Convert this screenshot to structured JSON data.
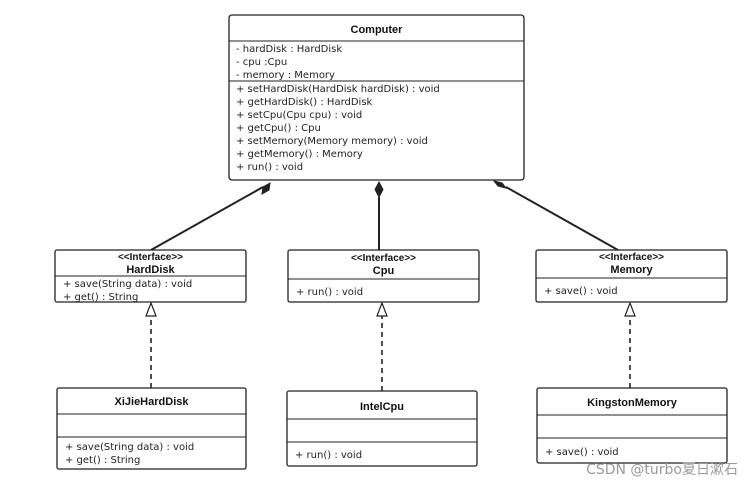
{
  "classes": {
    "computer": {
      "name": "Computer",
      "attributes": [
        "- hardDisk : HardDisk",
        "- cpu :Cpu",
        "- memory : Memory"
      ],
      "methods": [
        "+ setHardDisk(HardDisk hardDisk) : void",
        "+ getHardDisk() : HardDisk",
        "+ setCpu(Cpu cpu) : void",
        "+ getCpu() : Cpu",
        "+ setMemory(Memory memory) : void",
        "+ getMemory() : Memory",
        "+ run() : void"
      ]
    },
    "harddisk": {
      "stereotype": "<<Interface>>",
      "name": "HardDisk",
      "methods": [
        "+ save(String data) : void",
        "+ get() : String"
      ]
    },
    "cpu": {
      "stereotype": "<<Interface>>",
      "name": "Cpu",
      "methods": [
        "+ run() : void"
      ]
    },
    "memory": {
      "stereotype": "<<Interface>>",
      "name": "Memory",
      "methods": [
        "+ save() : void"
      ]
    },
    "xijie": {
      "name": "XiJieHardDisk",
      "methods": [
        "+ save(String data) : void",
        "+ get() : String"
      ]
    },
    "intel": {
      "name": "IntelCpu",
      "methods": [
        "+ run() : void"
      ]
    },
    "kingston": {
      "name": "KingstonMemory",
      "methods": [
        "+ save() : void"
      ]
    }
  },
  "watermark": "CSDN @turbo夏日漱石"
}
